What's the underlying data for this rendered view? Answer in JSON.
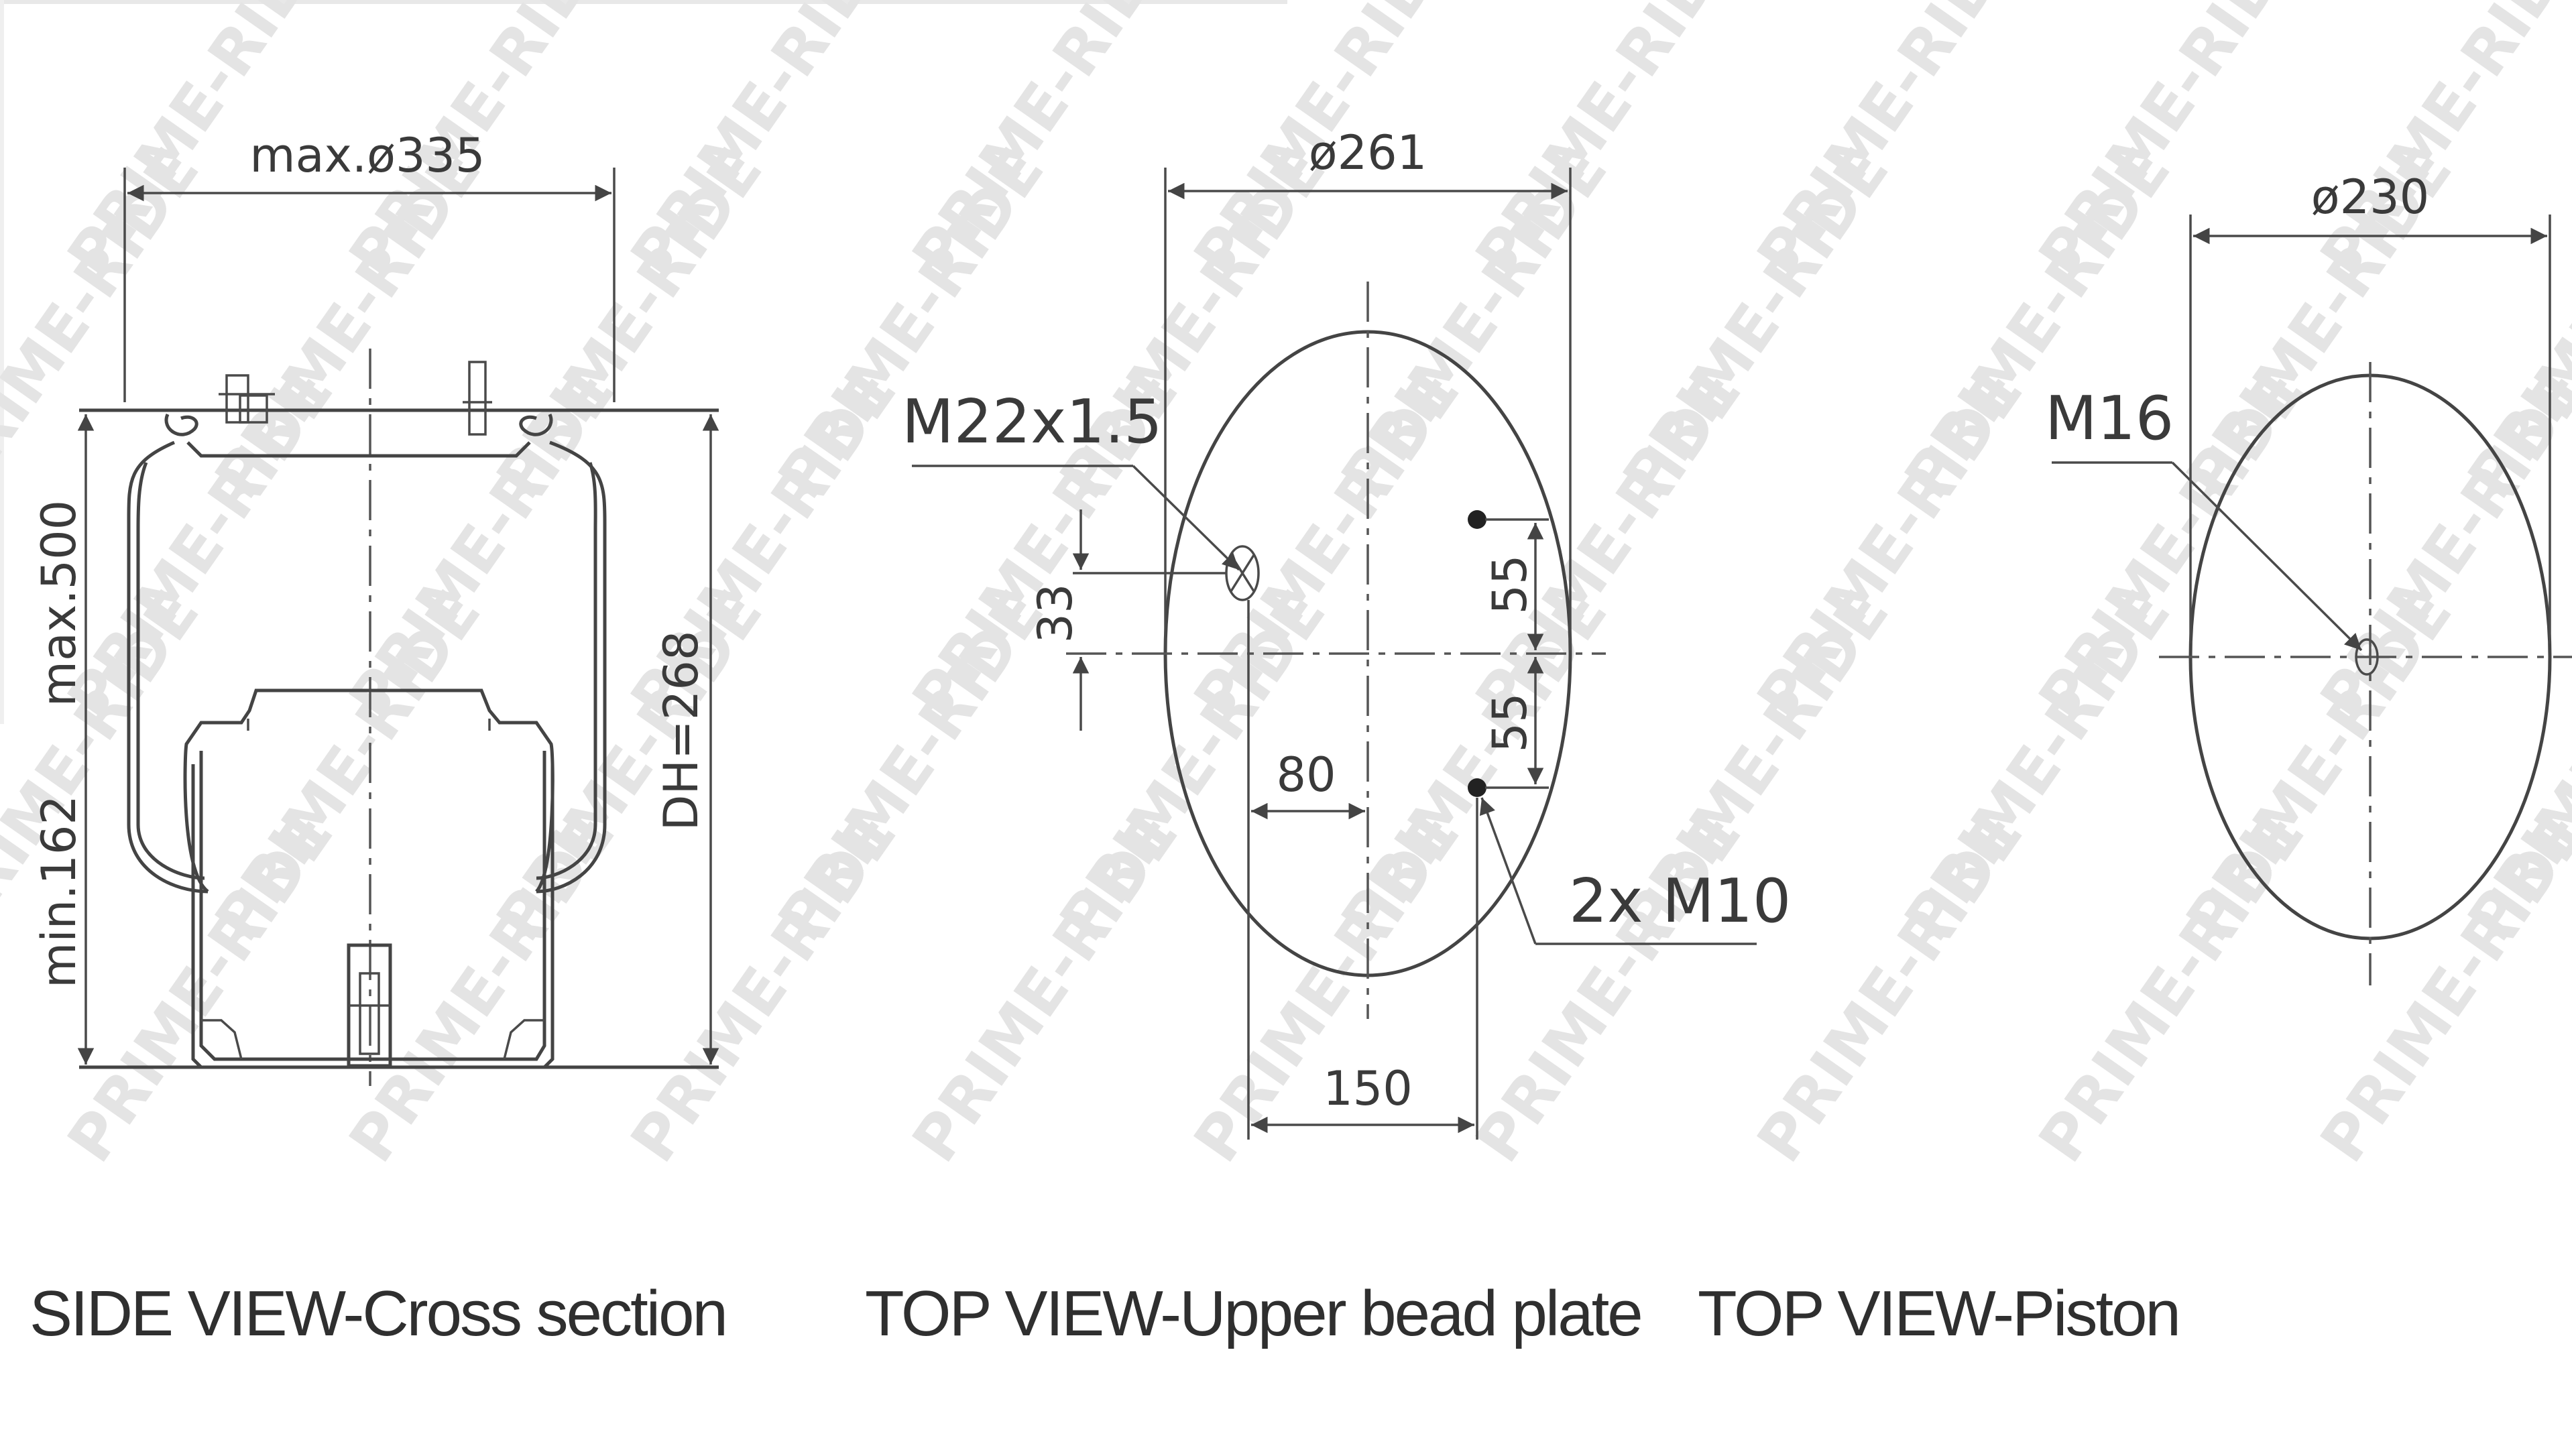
{
  "watermark": "PRIME-RIDE",
  "views": {
    "side": {
      "caption": "SIDE VIEW-Cross section",
      "dims": {
        "max_diameter": "max.ø335",
        "max_height": "max.500",
        "min_height": "min.162",
        "design_height": "DH=268"
      }
    },
    "bead_plate": {
      "caption": "TOP VIEW-Upper bead plate",
      "dims": {
        "diameter": "ø261",
        "air_fitting": "M22x1.5",
        "fitting_offset_y": "33",
        "stud_offset_top": "55",
        "stud_offset_bottom": "55",
        "fitting_offset_x": "80",
        "stud_spacing": "150",
        "studs": "2x  M10"
      }
    },
    "piston": {
      "caption": "TOP VIEW-Piston",
      "dims": {
        "diameter": "ø230",
        "thread": "M16"
      }
    }
  },
  "colors": {
    "line": "#444444",
    "text": "#3a3a3a",
    "watermark": "#e4e4e4"
  }
}
